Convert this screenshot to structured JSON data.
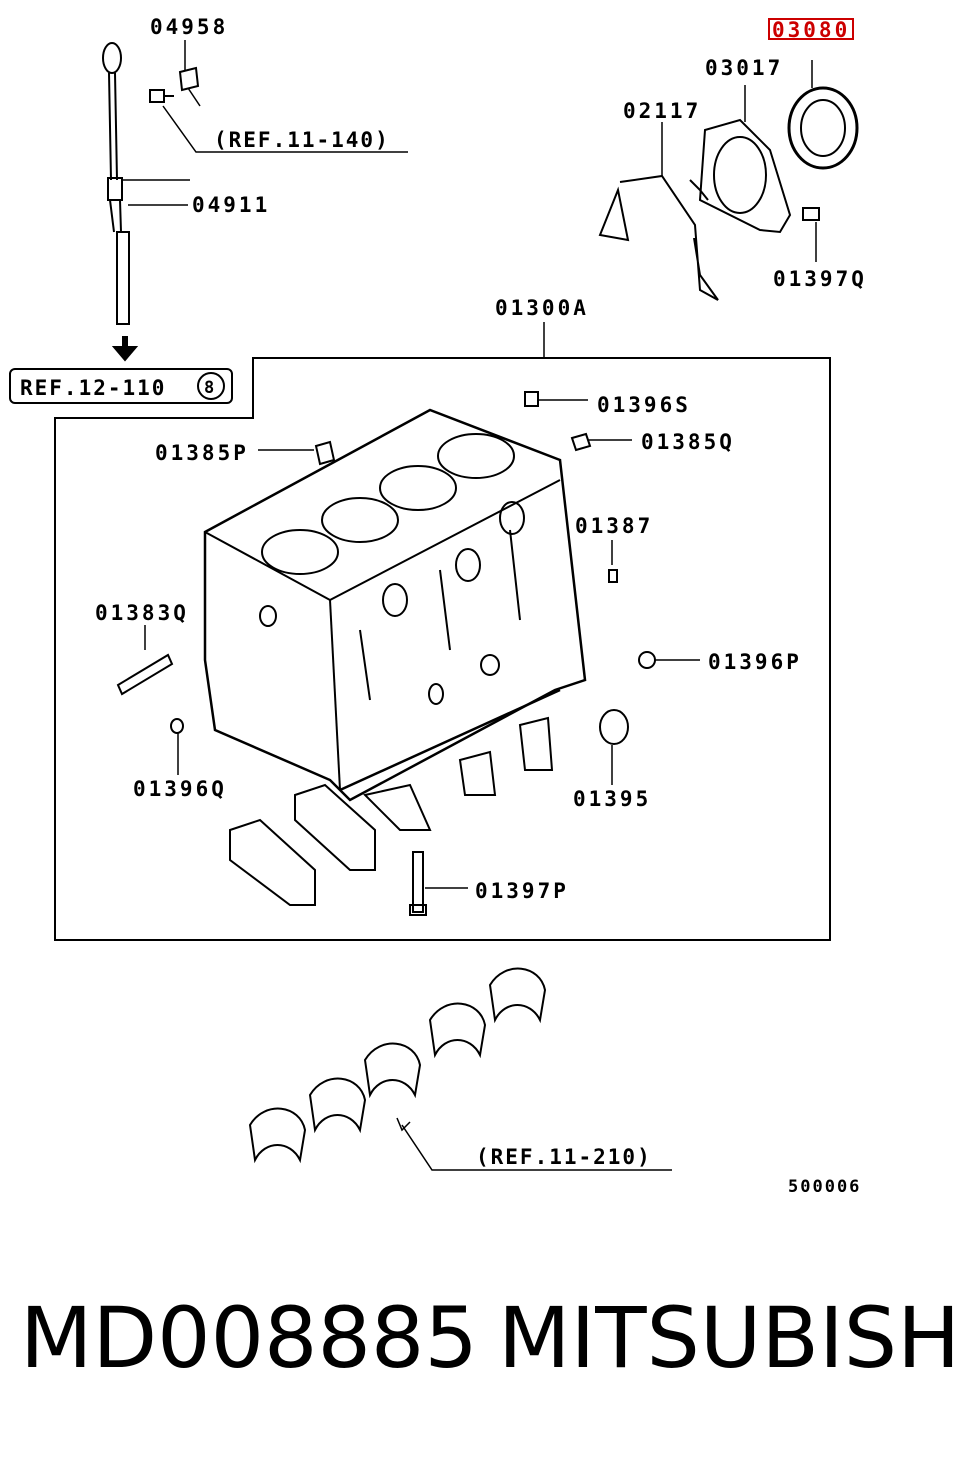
{
  "labels": {
    "p04958": "04958",
    "p03080": "03080",
    "p03017": "03017",
    "p02117": "02117",
    "p04911": "04911",
    "p01397q": "01397Q",
    "p01300a": "01300A",
    "p01396s": "01396S",
    "p01385p": "01385P",
    "p01385q": "01385Q",
    "p01387": "01387",
    "p01383q": "01383Q",
    "p01396p": "01396P",
    "p01396q": "01396Q",
    "p01395": "01395",
    "p01397p": "01397P"
  },
  "refs": {
    "ref_11_140": "(REF.11-140)",
    "ref_12_110": "REF.12-110",
    "ref_12_110_circle": "8",
    "ref_11_210": "(REF.11-210)"
  },
  "diagram_code": "500006",
  "highlight_color": "#cc0000",
  "caption": {
    "part_number": "MD008885",
    "brand": "MITSUBISHI"
  }
}
